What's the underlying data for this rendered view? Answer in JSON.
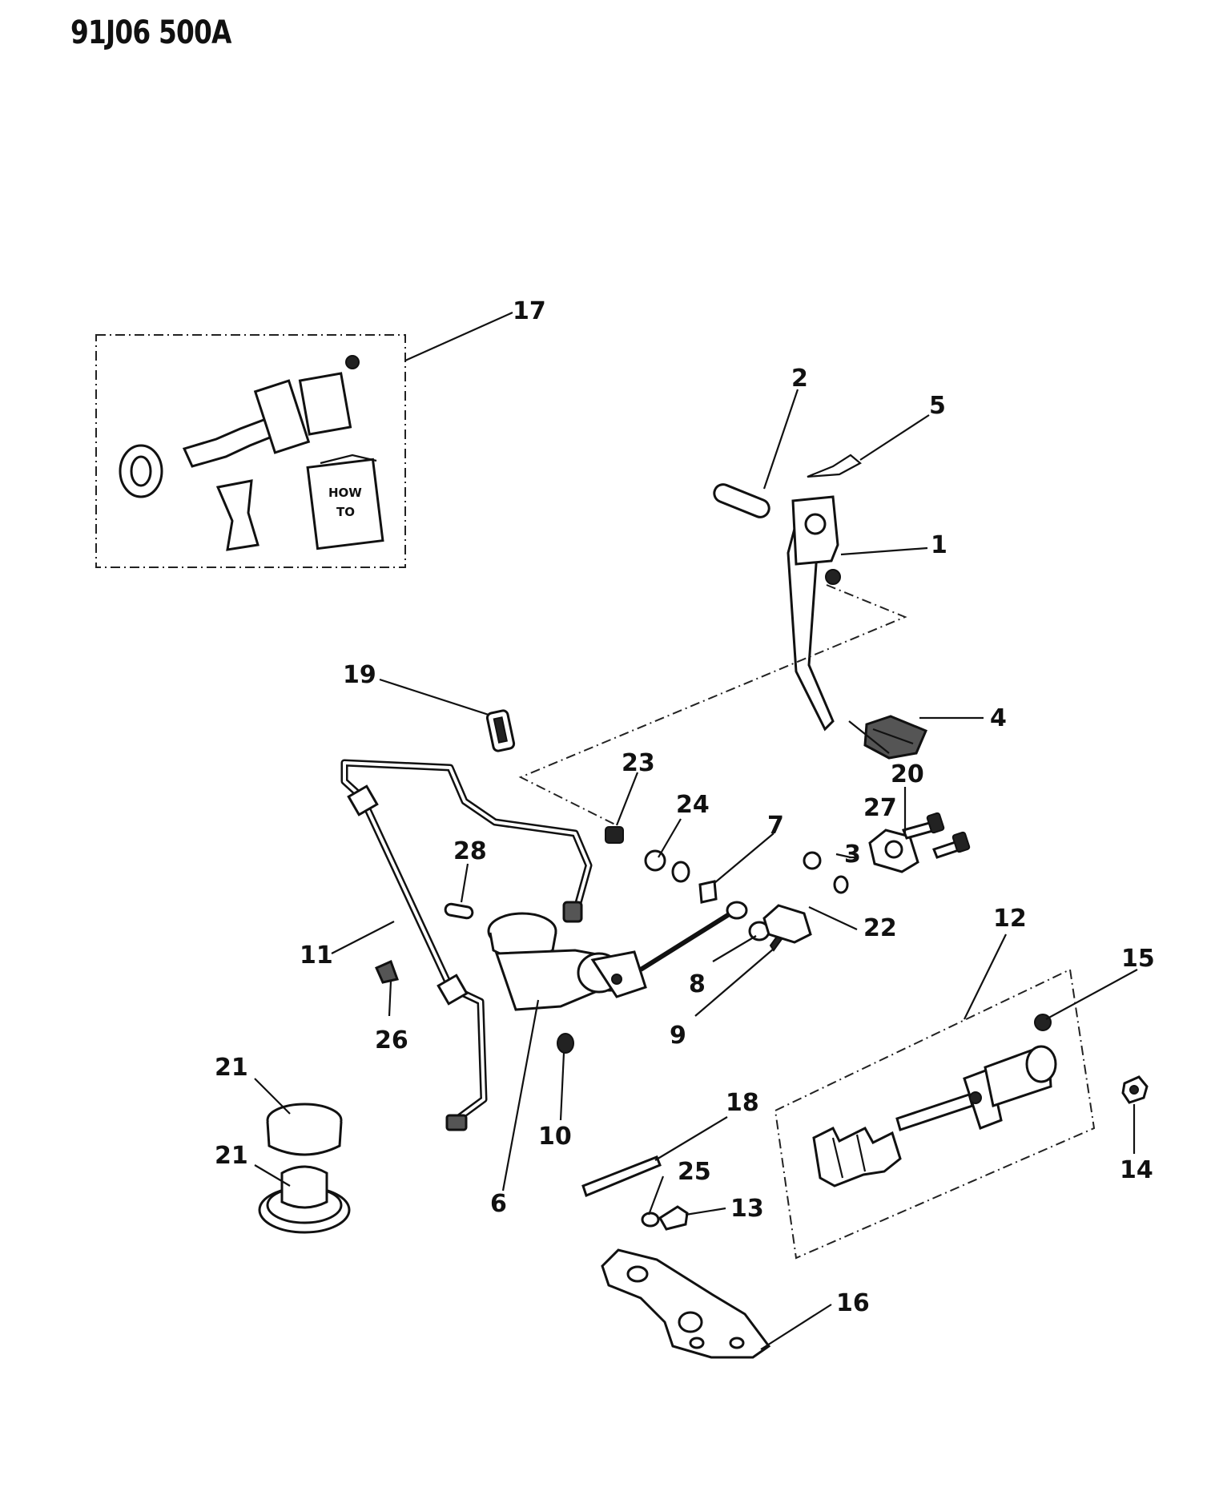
{
  "drawing_code": "91J06 500A",
  "callouts": {
    "c1": "1",
    "c2": "2",
    "c3": "3",
    "c4": "4",
    "c5": "5",
    "c6": "6",
    "c7": "7",
    "c8": "8",
    "c9": "9",
    "c10": "10",
    "c11": "11",
    "c12": "12",
    "c13": "13",
    "c14": "14",
    "c15": "15",
    "c16": "16",
    "c17": "17",
    "c18": "18",
    "c19": "19",
    "c20": "20",
    "c21a": "21",
    "c21b": "21",
    "c22": "22",
    "c23": "23",
    "c24": "24",
    "c25": "25",
    "c26": "26",
    "c27": "27",
    "c28": "28"
  },
  "booklet": {
    "line1": "HOW",
    "line2": "TO"
  }
}
